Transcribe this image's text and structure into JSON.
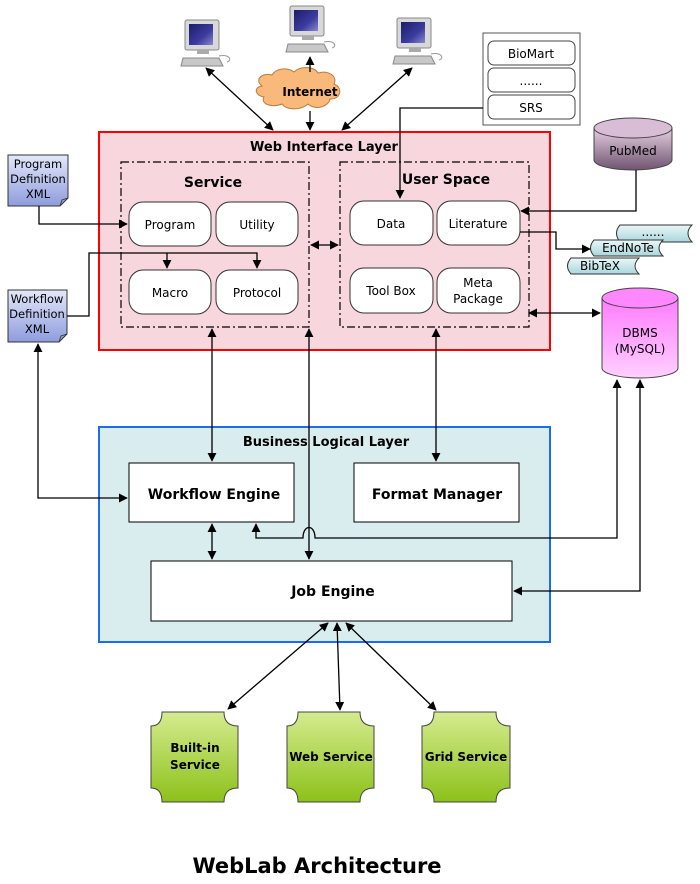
{
  "title": "WebLab Architecture",
  "clients": {
    "internet_label": "Internet",
    "computers": [
      "client-computer-left",
      "client-computer-center",
      "client-computer-right"
    ]
  },
  "external_sources": {
    "items": [
      "BioMart",
      "......",
      "SRS"
    ]
  },
  "pubmed": {
    "label": "PubMed"
  },
  "reference_formats": {
    "items": [
      "......",
      "EndNoTe",
      "BibTeX"
    ]
  },
  "dbms": {
    "line1": "DBMS",
    "line2": "(MySQL)"
  },
  "program_definition": {
    "lines": [
      "Program",
      "Definition",
      "XML"
    ]
  },
  "workflow_definition": {
    "lines": [
      "Workflow",
      "Definition",
      "XML"
    ]
  },
  "web_interface_layer": {
    "title": "Web Interface Layer",
    "service": {
      "title": "Service",
      "items": [
        "Program",
        "Utility",
        "Macro",
        "Protocol"
      ]
    },
    "user_space": {
      "title": "User Space",
      "items": [
        "Data",
        "Literature",
        "Tool Box",
        "Meta",
        "Package"
      ]
    }
  },
  "business_logical_layer": {
    "title": "Business Logical Layer",
    "workflow_engine": "Workflow Engine",
    "format_manager": "Format Manager",
    "job_engine": "Job Engine"
  },
  "services": {
    "builtin_line1": "Built-in",
    "builtin_line2": "Service",
    "web_service": "Web Service",
    "grid_service": "Grid Service"
  },
  "colors": {
    "web_layer_fill": "#f7d6de",
    "web_layer_border": "#ff0000",
    "business_layer_fill": "#d9ecee",
    "business_layer_border": "#1a6cf0",
    "internet_cloud": "#f9b97a",
    "pubmed": "#8a6a88",
    "dbms": "#ff88ff",
    "xml_doc": "#a9b4e6",
    "service_green": "#9ccc34",
    "ref_format": "#bfe3e6"
  }
}
